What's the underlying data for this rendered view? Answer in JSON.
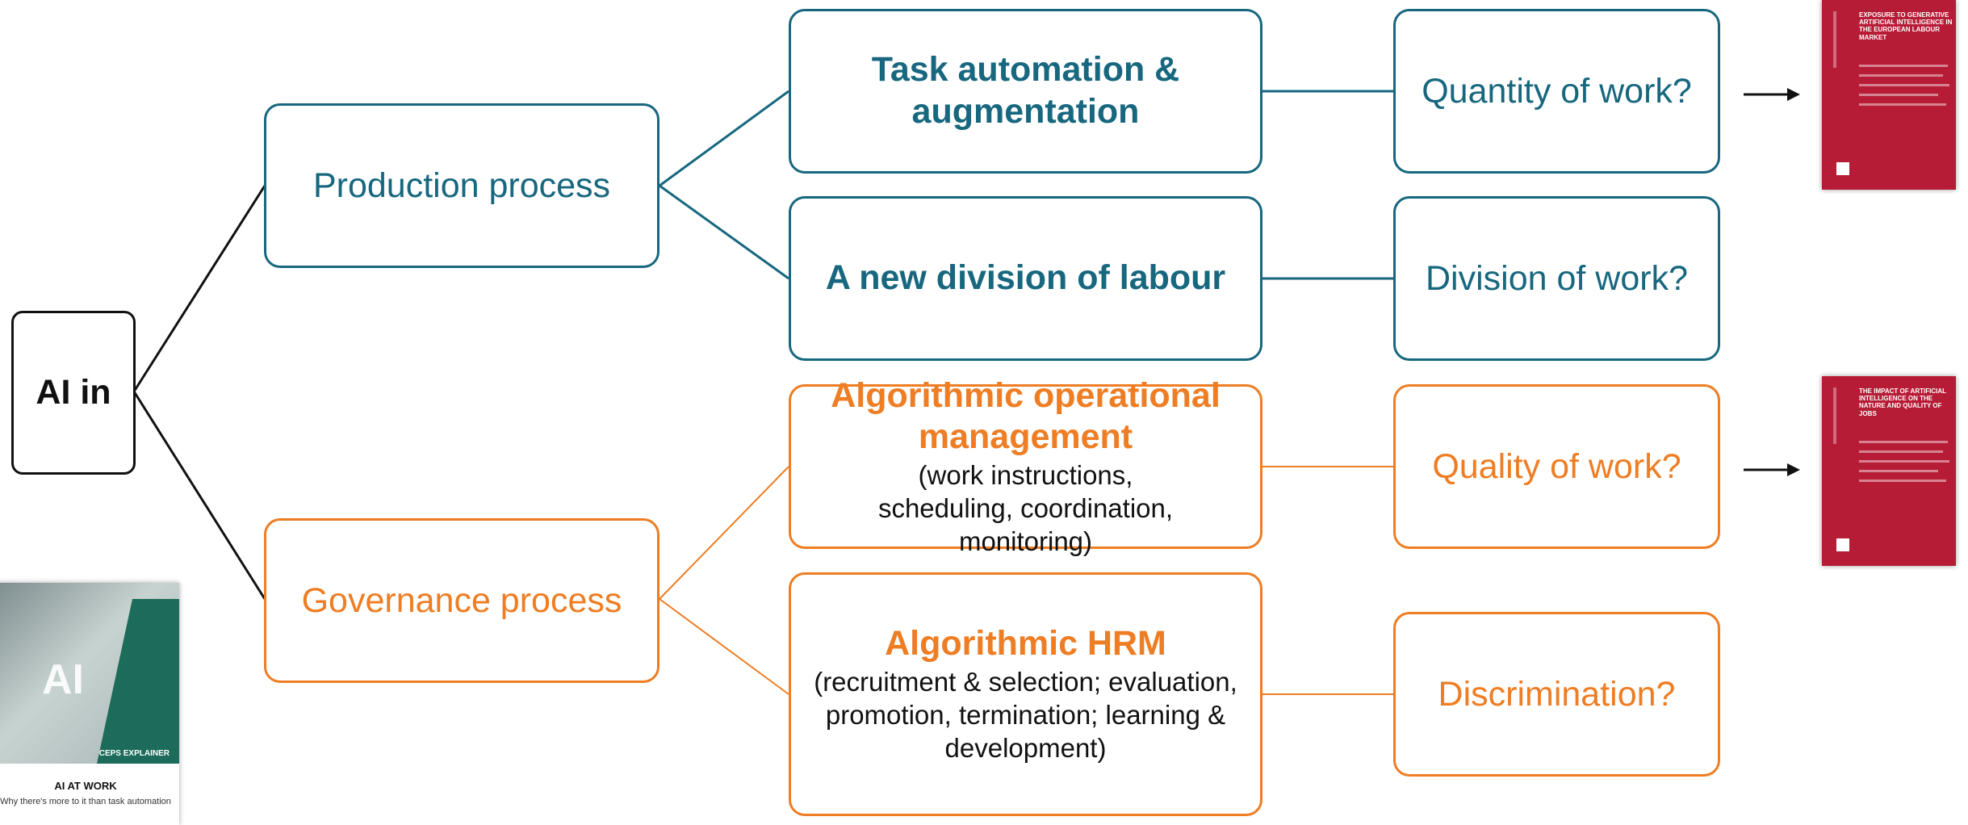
{
  "root": {
    "label": "AI in"
  },
  "processes": {
    "production": "Production process",
    "governance": "Governance process"
  },
  "mechanisms": {
    "automation": "Task automation & augmentation",
    "division": "A new division of labour",
    "algo_ops_title": "Algorithmic operational management",
    "algo_ops_sub": "(work instructions, scheduling, coordination, monitoring)",
    "algo_hrm_title": "Algorithmic HRM",
    "algo_hrm_sub": "(recruitment & selection; evaluation, promotion, termination; learning & development)"
  },
  "outcomes": {
    "quantity": "Quantity of work?",
    "division": "Division of work?",
    "quality": "Quality of work?",
    "discrimination": "Discrimination?"
  },
  "reports": [
    {
      "title": "EXPOSURE TO GENERATIVE ARTIFICIAL INTELLIGENCE IN THE EUROPEAN LABOUR MARKET"
    },
    {
      "title": "THE IMPACT OF ARTIFICIAL INTELLIGENCE ON THE NATURE AND QUALITY OF JOBS"
    }
  ],
  "explainer": {
    "image_text": "AI",
    "tag": "CEPS EXPLAINER",
    "title": "AI AT WORK",
    "subtitle": "Why there's more to it than task automation"
  },
  "colors": {
    "teal": "#17677f",
    "orange": "#ee7d23",
    "report_red": "#b71c36",
    "black": "#111111"
  }
}
